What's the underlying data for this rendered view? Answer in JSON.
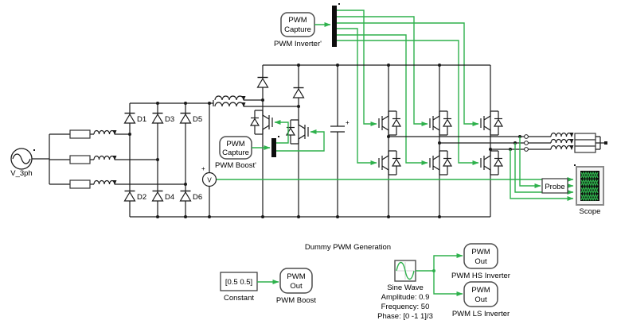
{
  "diagram_title": "Dummy PWM Generation",
  "colors": {
    "signal_green": "#2eb14c",
    "wire_black": "#1a1a1a",
    "block_border_gray": "#4d4d4d",
    "scope_screen": "#0d0d0d",
    "scope_frame": "#f5f5f5"
  },
  "top": {
    "pwm_capture_inverter": {
      "text": [
        "PWM",
        "Capture"
      ],
      "label": "PWM Inverter'"
    }
  },
  "source": {
    "label": "V_3ph"
  },
  "rectifier": {
    "d1": "D1",
    "d2": "D2",
    "d3": "D3",
    "d4": "D4",
    "d5": "D5",
    "d6": "D6"
  },
  "boost": {
    "pwm_capture": {
      "text": [
        "PWM",
        "Capture"
      ],
      "label": "PWM Boost'"
    },
    "voltmeter": {
      "glyph": "V",
      "plus": "+"
    }
  },
  "output": {
    "probe": {
      "text": "Probe"
    },
    "scope": {
      "label": "Scope"
    }
  },
  "bottom": {
    "title": "Dummy PWM Generation",
    "constant": {
      "value": "[0.5 0.5]",
      "label": "Constant"
    },
    "pwm_out_boost": {
      "text": [
        "PWM",
        "Out"
      ],
      "label": "PWM Boost"
    },
    "sine": {
      "label_lines": [
        "Sine Wave",
        "Amplitude: 0.9",
        "Frequency: 50",
        "Phase: [0 -1 1]/3"
      ]
    },
    "pwm_out_hs": {
      "text": [
        "PWM",
        "Out"
      ],
      "label": "PWM HS Inverter"
    },
    "pwm_out_ls": {
      "text": [
        "PWM",
        "Out"
      ],
      "label": "PWM LS Inverter"
    }
  }
}
